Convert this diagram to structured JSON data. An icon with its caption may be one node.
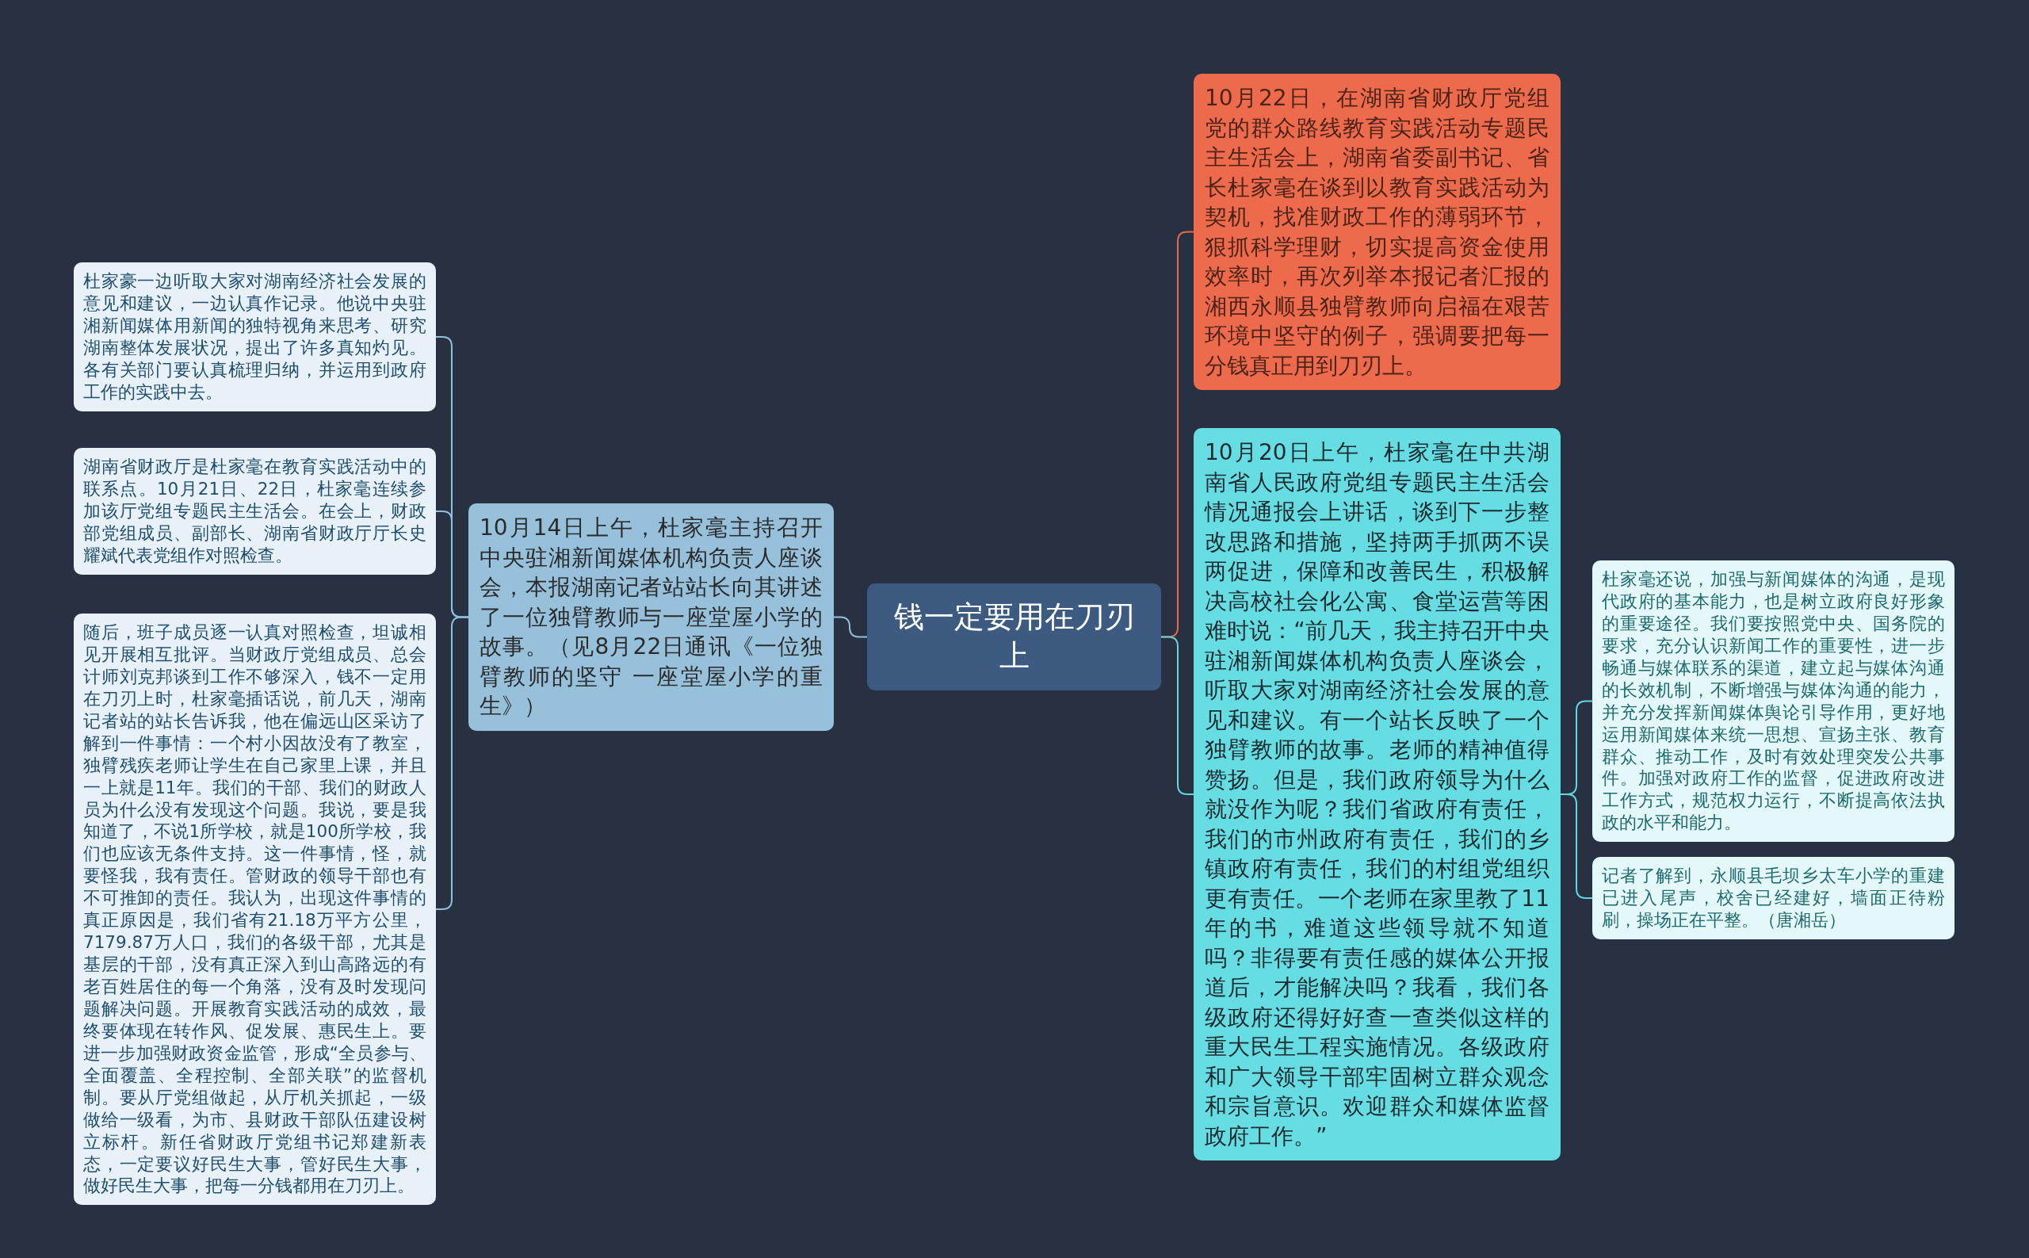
{
  "diagram": {
    "nodes": [
      {
        "text": [
          "钱一定要用在刀刃上"
        ]
      },
      {
        "text": [
          "10月14日上午，杜家毫主持召开中央驻湘新闻媒体机构负责人座谈会，本报湖南记者站站长向其讲述了一位独臂教师与一座堂屋小学的故事。（见8月22日通讯《一位独臂教师的坚守 一座堂屋小学的重生》）"
        ]
      },
      {
        "text": [
          "杜家豪一边听取大家对湖南经济社会发展的意见和建议，一边认真作记录。他说中央驻湘新闻媒体用新闻的独特视角来思考、研究湖南整体发展状况，提出了许多真知灼见。各有关部门要认真梳理归纳，并运用到政府工作的实践中去。"
        ]
      },
      {
        "text": [
          "湖南省财政厅是杜家毫在教育实践活动中的联系点。10月21日、22日，杜家毫连续参加该厅党组专题民主生活会。在会上，财政部党组成员、副部长、湖南省财政厅厅长史耀斌代表党组作对照检查。"
        ]
      },
      {
        "text": [
          "随后，班子成员逐一认真对照检查，坦诚相见开展相互批评。当财政厅党组成员、总会计师刘克邦谈到工作不够深入，钱不一定用在刀刃上时，杜家毫插话说，前几天，湖南记者站的站长告诉我，他在偏远山区采访了解到一件事情：一个村小因故没有了教室，独臂残疾老师让学生在自己家里上课，并且一上就是11年。我们的干部、我们的财政人员为什么没有发现这个问题。我说，要是我知道了，不说1所学校，就是100所学校，我们也应该无条件支持。这一件事情，怪，就要怪我，我有责任。管财政的领导干部也有不可推卸的责任。我认为，出现这件事情的真正原因是，我们省有21.18万平方公里，7179.87万人口，我们的各级干部，尤其是基层的干部，没有真正深入到山高路远的有老百姓居住的每一个角落，没有及时发现问题解决问题。开展教育实践活动的成效，最终要体现在转作风、促发展、惠民生上。要进一步加强财政资金监管，形成“全员参与、全面覆盖、全程控制、全部关联”的监督机制。要从厅党组做起，从厅机关抓起，一级做给一级看，为市、县财政干部队伍建设树立标杆。新任省财政厅党组书记郑建新表态，一定要议好民生大事，管好民生大事，做好民生大事，把每一分钱都用在刀刃上。"
        ]
      },
      {
        "text": [
          "10月22日，在湖南省财政厅党组党的群众路线教育实践活动专题民主生活会上，湖南省委副书记、省长杜家毫在谈到以教育实践活动为契机，找准财政工作的薄弱环节，狠抓科学理财，切实提高资金使用效率时，再次列举本报记者汇报的湘西永顺县独臂教师向启福在艰苦环境中坚守的例子，强调要把每一分钱真正用到刀刃上。"
        ]
      },
      {
        "text": [
          "10月20日上午，杜家毫在中共湖南省人民政府党组专题民主生活会情况通报会上讲话，谈到下一步整改思路和措施，坚持两手抓两不误两促进，保障和改善民生，积极解决高校社会化公寓、食堂运营等困难时说：“前几天，我主持召开中央驻湘新闻媒体机构负责人座谈会，听取大家对湖南经济社会发展的意见和建议。有一个站长反映了一个独臂教师的故事。老师的精神值得赞扬。但是，我们政府领导为什么就没作为呢？我们省政府有责任，我们的市州政府有责任，我们的乡镇政府有责任，我们的村组党组织更有责任。一个老师在家里教了11年的书，难道这些领导就不知道吗？非得要有责任感的媒体公开报道后，才能解决吗？我看，我们各级政府还得好好查一查类似这样的重大民生工程实施情况。各级政府和广大领导干部牢固树立群众观念和宗旨意识。欢迎群众和媒体监督政府工作。”"
        ]
      },
      {
        "text": [
          "杜家毫还说，加强与新闻媒体的沟通，是现代政府的基本能力，也是树立政府良好形象的重要途径。我们要按照党中央、国务院的要求，充分认识新闻工作的重要性，进一步畅通与媒体联系的渠道，建立起与媒体沟通的长效机制，不断增强与媒体沟通的能力，并充分发挥新闻媒体舆论引导作用，更好地运用新闻媒体来统一思想、宣扬主张、教育群众、推动工作，及时有效处理突发公共事件。加强对政府工作的监督，促进政府改进工作方式，规范权力运行，不断提高依法执政的水平和能力。"
        ]
      },
      {
        "text": [
          "记者了解到，永顺县毛坝乡太车小学的重建已进入尾声，校舍已经建好，墙面正待粉刷，操场正在平整。（唐湘岳）"
        ]
      }
    ],
    "edges": [
      {
        "from": 0,
        "to": 1,
        "arrow": "none",
        "color": "#8fc0dc"
      },
      {
        "from": 1,
        "to": 2,
        "arrow": "none",
        "color": "#8fc0dc"
      },
      {
        "from": 1,
        "to": 3,
        "arrow": "none",
        "color": "#8fc0dc"
      },
      {
        "from": 1,
        "to": 4,
        "arrow": "none",
        "color": "#8fc0dc"
      },
      {
        "from": 0,
        "to": 5,
        "arrow": "none",
        "color": "#e8684a"
      },
      {
        "from": 0,
        "to": 6,
        "arrow": "none",
        "color": "#5fd8e0"
      },
      {
        "from": 6,
        "to": 7,
        "arrow": "none",
        "color": "#5fd8e0"
      },
      {
        "from": 6,
        "to": 8,
        "arrow": "none",
        "color": "#5fd8e0"
      }
    ]
  }
}
